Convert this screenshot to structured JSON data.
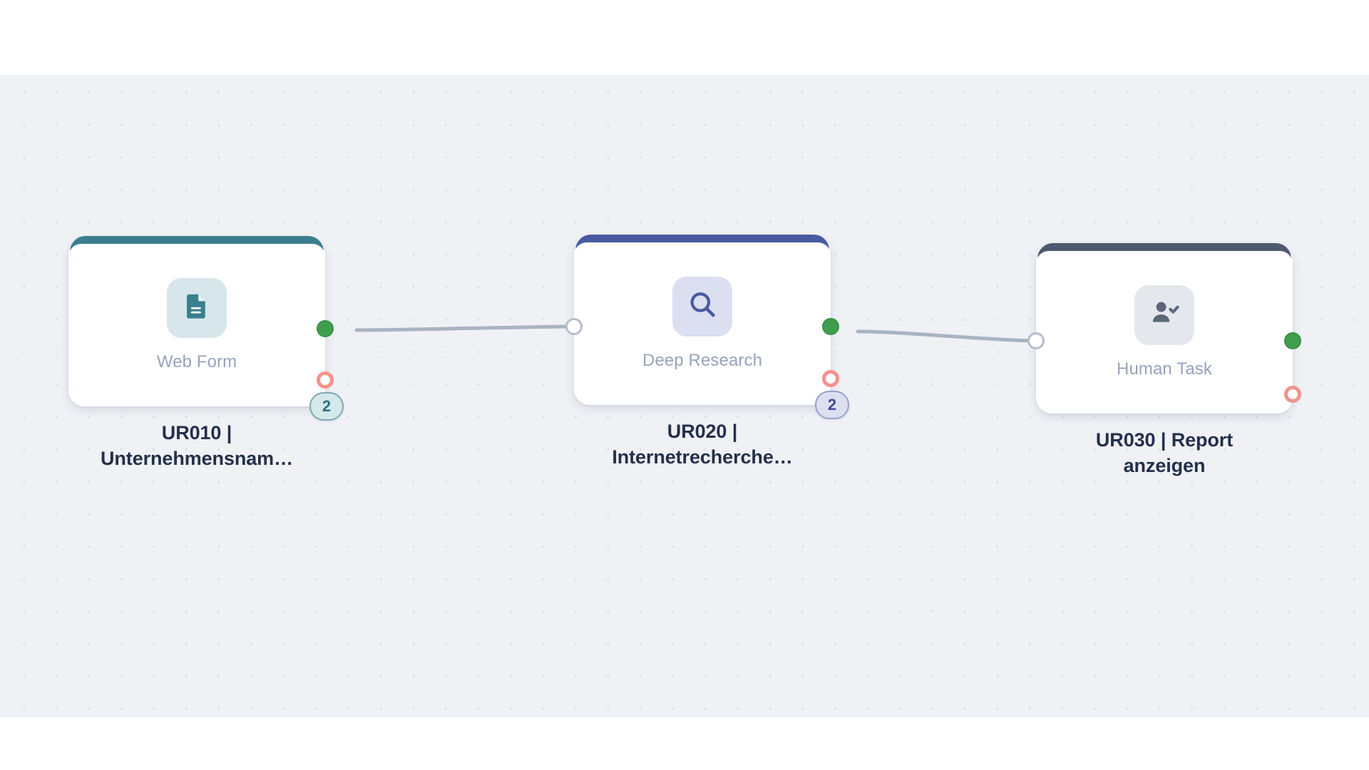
{
  "canvas": {
    "background_color": "#eff1f5",
    "dot_color": "#d9dce4",
    "page_background": "#ffffff"
  },
  "nodes": [
    {
      "id": "UR010",
      "type_label": "Web Form",
      "icon": "document-icon",
      "accent_color": "#3a7f8e",
      "icon_bg_color": "#d6e6ea",
      "icon_color": "#3a7f8e",
      "badge": {
        "count": "2",
        "fill_color": "#d5e8ea",
        "border_color": "#7fa9b3",
        "text_color": "#2e6f80"
      },
      "caption_line1": "UR010 |",
      "caption_line2": "Unternehmensnam…",
      "ports": {
        "output": "success-output-port",
        "error": "error-output-port"
      }
    },
    {
      "id": "UR020",
      "type_label": "Deep Research",
      "icon": "search-icon",
      "accent_color": "#4a5aa0",
      "icon_bg_color": "#dcdff0",
      "icon_color": "#4a5aa0",
      "badge": {
        "count": "2",
        "fill_color": "#dcdff0",
        "border_color": "#9aa3c9",
        "text_color": "#3d4c94"
      },
      "caption_line1": "UR020 |",
      "caption_line2": "Internetrecherche…",
      "ports": {
        "input": "target-input-port",
        "output": "success-output-port",
        "error": "error-output-port"
      }
    },
    {
      "id": "UR030",
      "type_label": "Human Task",
      "icon": "person-check-icon",
      "accent_color": "#4e5a6e",
      "icon_bg_color": "#e4e7ec",
      "icon_color": "#5b6779",
      "caption_line1": "UR030 | Report",
      "caption_line2": "anzeigen",
      "ports": {
        "input": "target-input-port",
        "output": "success-output-port",
        "error": "error-output-port"
      }
    }
  ],
  "edges": [
    {
      "id": "edge-ur010-ur020",
      "from": "UR010",
      "to": "UR020",
      "color": "#aab3c2"
    },
    {
      "id": "edge-ur020-ur030",
      "from": "UR020",
      "to": "UR030",
      "color": "#aab3c2"
    }
  ],
  "port_colors": {
    "success": "#3f9e4d",
    "error": "#f2928e",
    "input_ring": "#b5bdcc"
  }
}
